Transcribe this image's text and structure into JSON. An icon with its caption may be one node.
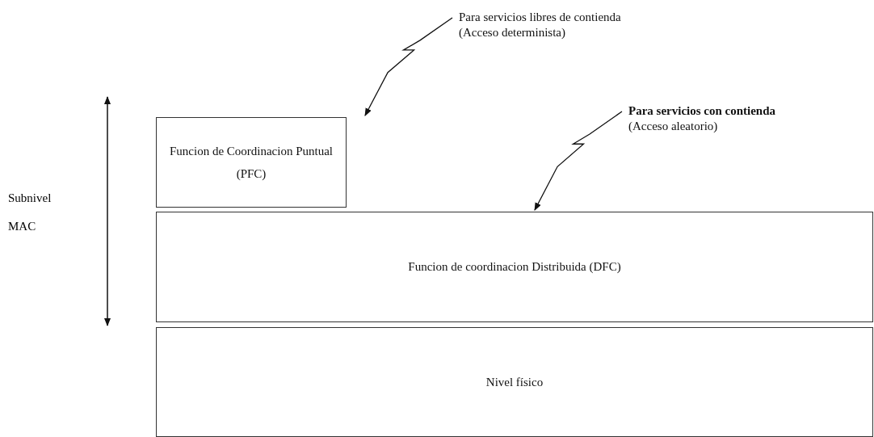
{
  "diagram": {
    "nodes": [
      {
        "text": [
          "Funcion de Coordinacion Puntual (PFC)"
        ]
      },
      {
        "text": [
          "Funcion de coordinacion Distribuida (DFC)"
        ]
      },
      {
        "text": [
          "Nivel físico"
        ]
      },
      {
        "text": [
          "Para servicios libres de contienda",
          "(Acceso determinista)"
        ]
      },
      {
        "text": [
          "Para servicios con contienda",
          "(Acceso aleatorio)"
        ]
      }
    ],
    "edges": [
      {
        "from": 3,
        "to": 0,
        "arrow": "to"
      },
      {
        "from": 4,
        "to": 1,
        "arrow": "to"
      }
    ],
    "labels": [
      "Subnivel MAC"
    ]
  }
}
